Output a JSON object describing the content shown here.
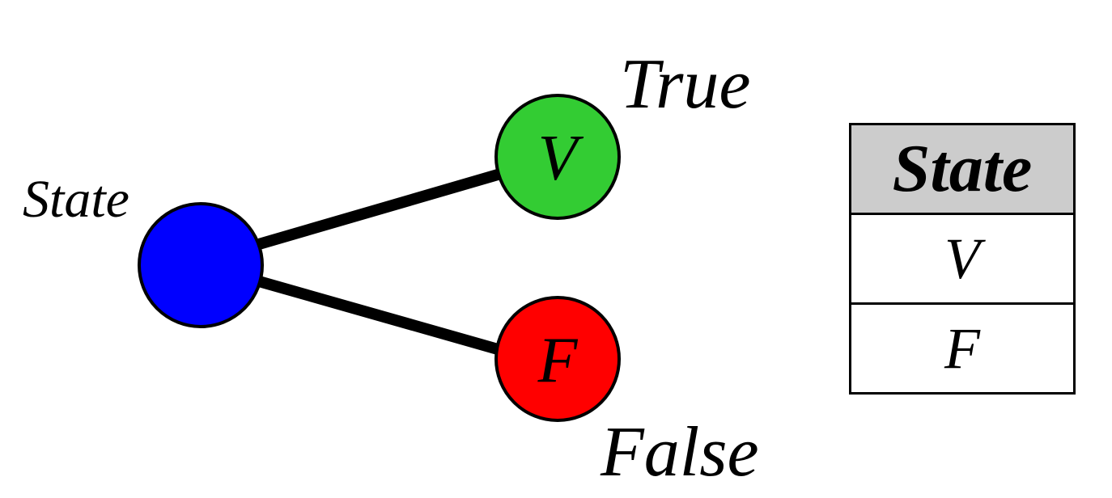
{
  "diagram": {
    "root_node": {
      "label": "State",
      "color": "#0000ff"
    },
    "true_node": {
      "symbol": "V",
      "label": "True",
      "color": "#33cc33"
    },
    "false_node": {
      "symbol": "F",
      "label": "False",
      "color": "#ff0000"
    }
  },
  "table": {
    "header": "State",
    "header_background": "#cccccc",
    "rows": [
      "V",
      "F"
    ]
  }
}
